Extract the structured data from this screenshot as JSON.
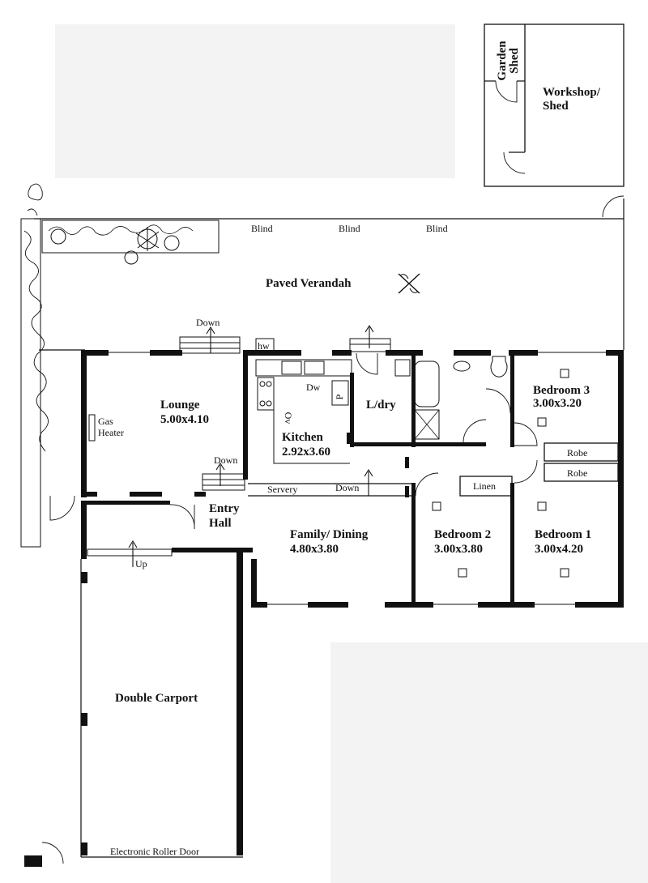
{
  "rooms": {
    "garden_shed_line1": "Garden",
    "garden_shed_line2": "Shed",
    "workshop_line1": "Workshop/",
    "workshop_line2": "Shed",
    "paved_verandah": "Paved Verandah",
    "lounge": "Lounge",
    "lounge_size": "5.00x4.10",
    "kitchen": "Kitchen",
    "kitchen_size": "2.92x3.60",
    "laundry": "L/dry",
    "bedroom3": "Bedroom 3",
    "bedroom3_size": "3.00x3.20",
    "entry_line1": "Entry",
    "entry_line2": "Hall",
    "family_dining": "Family/ Dining",
    "family_dining_size": "4.80x3.80",
    "bedroom2": "Bedroom 2",
    "bedroom2_size": "3.00x3.80",
    "bedroom1": "Bedroom 1",
    "bedroom1_size": "3.00x4.20",
    "double_carport": "Double Carport"
  },
  "annotations": {
    "blind": "Blind",
    "down": "Down",
    "up": "Up",
    "hw": "hw",
    "dw": "Dw",
    "p": "P",
    "ov": "Ov",
    "gas_heater_line1": "Gas",
    "gas_heater_line2": "Heater",
    "robe": "Robe",
    "linen": "Linen",
    "servery": "Servery",
    "roller_door": "Electronic Roller Door"
  }
}
